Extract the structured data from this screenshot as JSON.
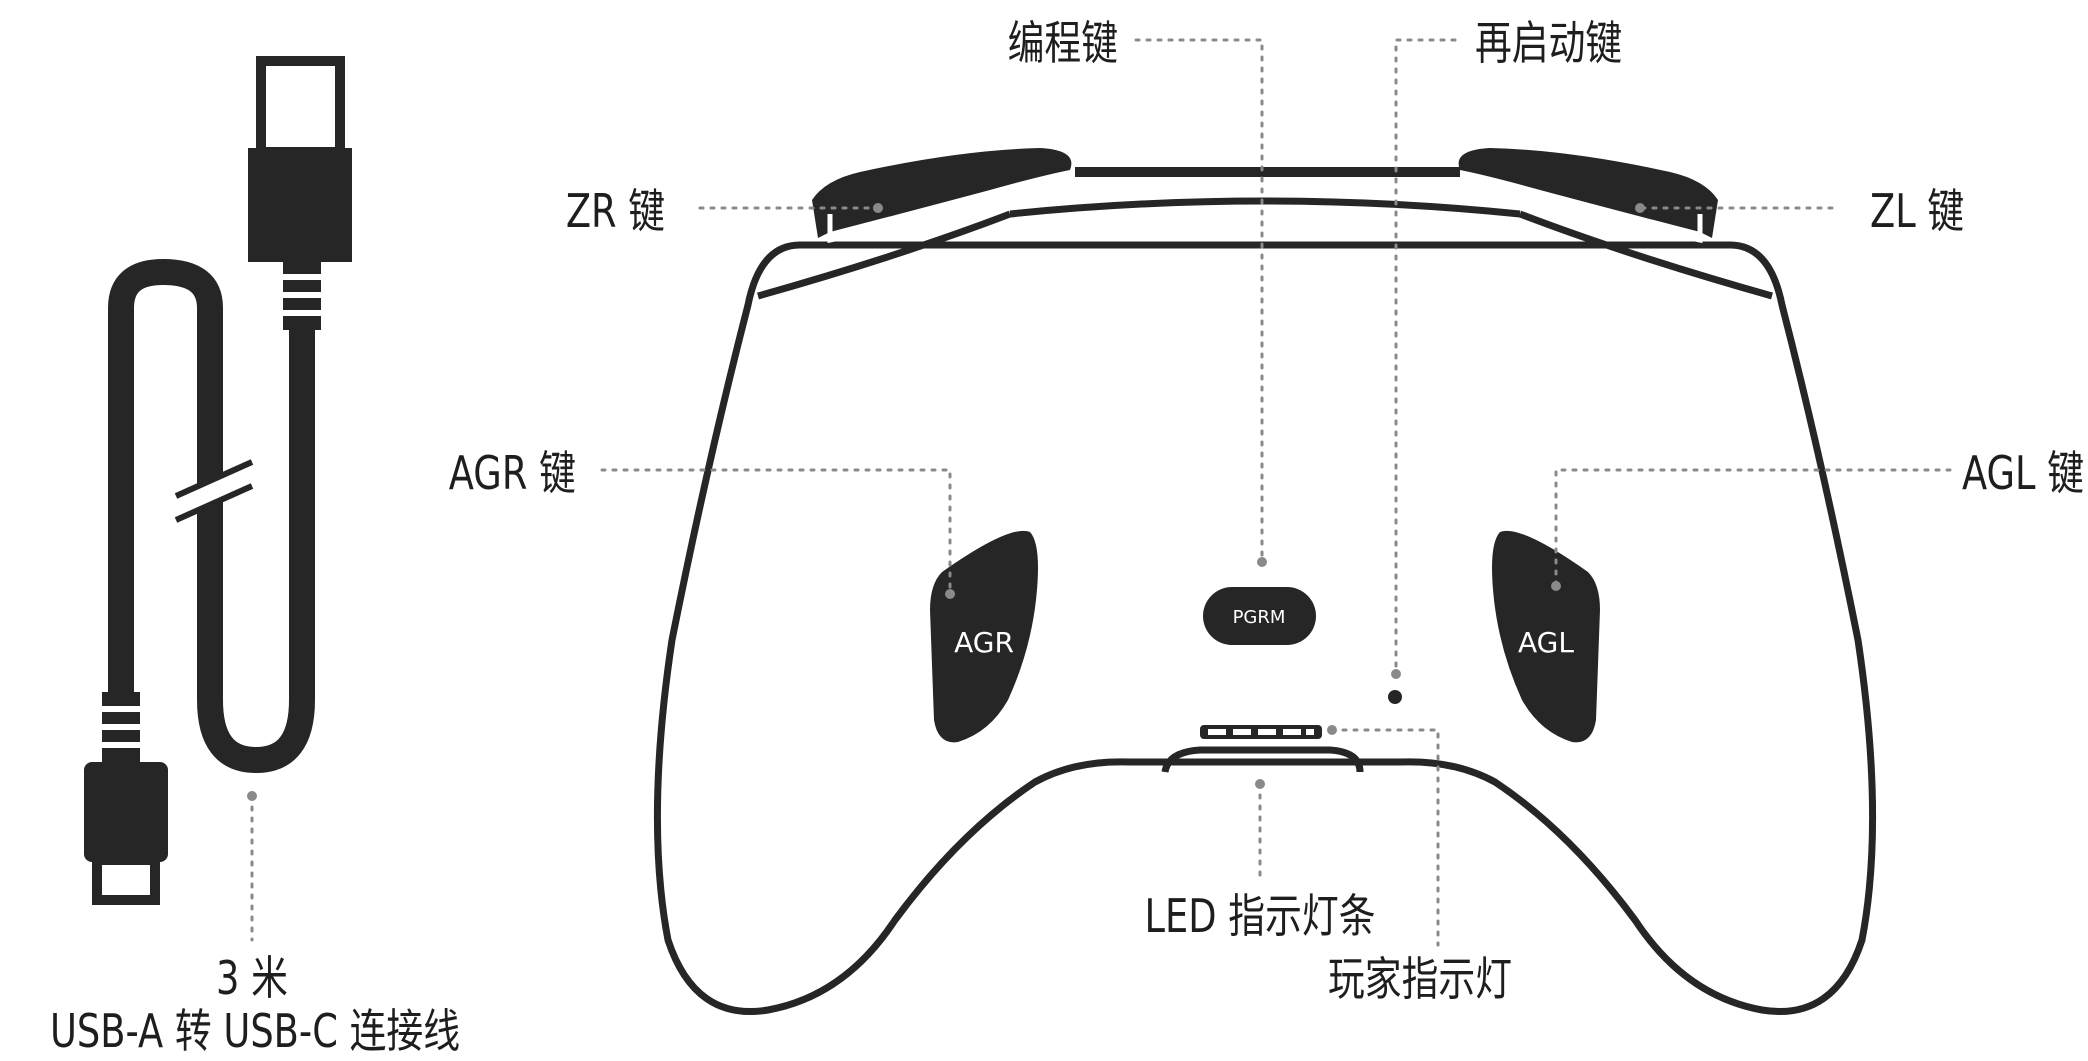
{
  "labels": {
    "program_key": "编程键",
    "restart_key": "再启动键",
    "zr_key": "ZR 键",
    "zl_key": "ZL 键",
    "agr_key": "AGR 键",
    "agl_key": "AGL 键",
    "led_bar": "LED 指示灯条",
    "player_indicator": "玩家指示灯",
    "cable_length": "3 米",
    "cable_name": "USB-A 转 USB-C 连接线"
  },
  "buttons": {
    "agr": "AGR",
    "agl": "AGL",
    "pgrm": "PGRM"
  },
  "colors": {
    "ink": "#262626",
    "leader": "#8a8a8a"
  }
}
